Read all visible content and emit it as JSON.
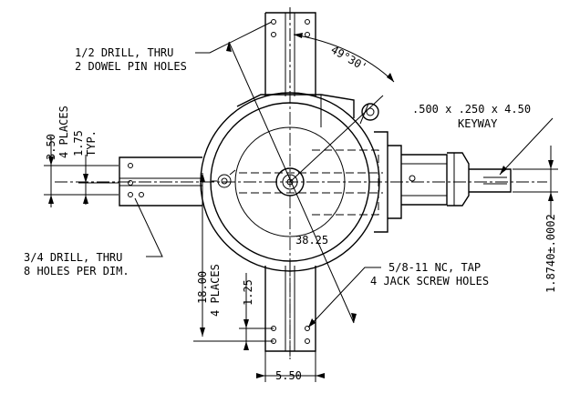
{
  "labels": {
    "dowel_note_line1": "1/2 DRILL, THRU",
    "dowel_note_line2": "2 DOWEL PIN HOLES",
    "angle": "49°30'",
    "keyway_line1": ".500 x .250 x 4.50",
    "keyway_line2": "KEYWAY",
    "dim_350": "3.50",
    "dim_350_places": "4 PLACES",
    "dim_175": "1.75",
    "dim_175_typ": "TYP.",
    "drill_34_line1": "3/4 DRILL, THRU",
    "drill_34_line2": "8 HOLES PER DIM.",
    "diameter": "38.25",
    "tap_line1": "5/8-11 NC, TAP",
    "tap_line2": "4 JACK SCREW HOLES",
    "dim_1800": "18.00",
    "dim_1800_places": "4 PLACES",
    "dim_125": "1.25",
    "dim_550": "5.50",
    "shaft_dia": "1.8740±.0002"
  }
}
